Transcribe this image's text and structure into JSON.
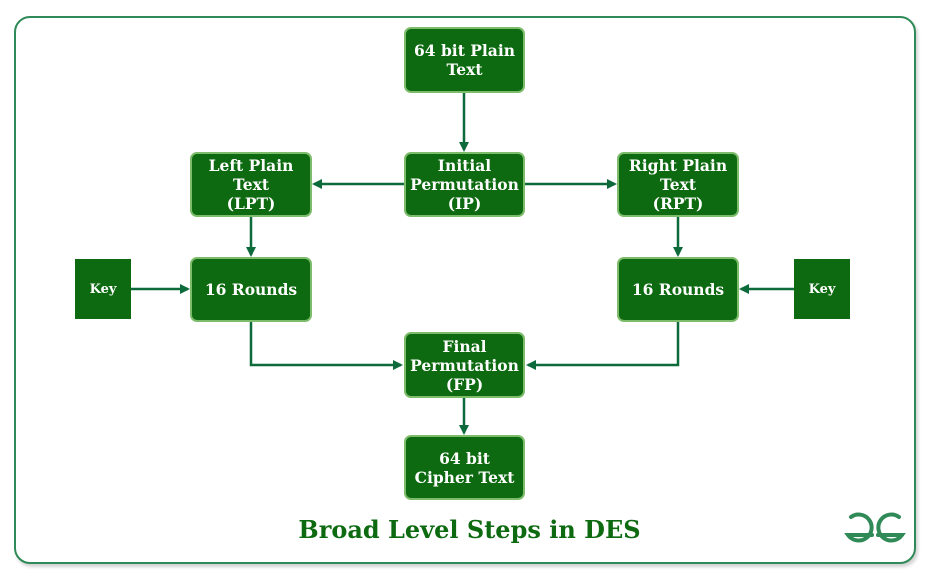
{
  "diagram": {
    "title": "Broad Level Steps in DES",
    "nodes": {
      "plain_text": "64 bit Plain\nText",
      "initial_permutation": "Initial\nPermutation\n(IP)",
      "left_plain_text": "Left Plain\nText\n(LPT)",
      "right_plain_text": "Right Plain\nText\n(RPT)",
      "rounds_left": "16 Rounds",
      "rounds_right": "16 Rounds",
      "key_left": "Key",
      "key_right": "Key",
      "final_permutation": "Final\nPermutation\n(FP)",
      "cipher_text": "64 bit\nCipher Text"
    },
    "colors": {
      "node_fill": "#0d6a10",
      "node_border": "#7cbc6a",
      "arrow": "#0d6a3a",
      "frame": "#2f8a57",
      "title": "#0d6a10"
    },
    "logo_icon": "gfg-logo-icon"
  }
}
